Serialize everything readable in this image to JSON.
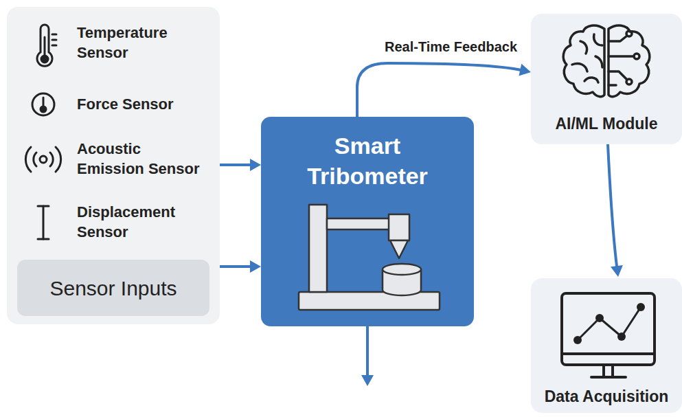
{
  "diagram": {
    "nodes": [
      {
        "text": [
          "Temperature Sensor",
          "Force Sensor",
          "Acoustic Emission Sensor",
          "Displacement Sensor"
        ]
      },
      {
        "text": [
          "Sensor Inputs"
        ],
        "in": 0
      },
      {
        "text": [
          "Smart Tribometer"
        ]
      },
      {
        "text": [
          "AI/ML Module"
        ]
      },
      {
        "text": [
          "Data Acquisition"
        ]
      }
    ],
    "edges": [
      {
        "from": 0,
        "to": 2,
        "arrow": "to"
      },
      {
        "from": 1,
        "to": 2,
        "arrow": "to"
      },
      {
        "from": 2,
        "to": 3,
        "label": "Real-Time Feedback",
        "arrow": "to"
      },
      {
        "from": 3,
        "to": 4,
        "arrow": "to"
      }
    ]
  }
}
